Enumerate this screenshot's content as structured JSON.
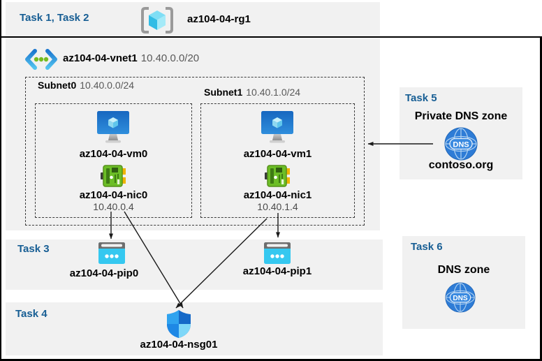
{
  "banner": {
    "tasks_label": "Task 1, Task 2",
    "resource_group": "az104-04-rg1"
  },
  "vnet": {
    "name": "az104-04-vnet1",
    "cidr": "10.40.0.0/20",
    "subnets": [
      {
        "name": "Subnet0",
        "cidr": "10.40.0.0/24",
        "vm": "az104-04-vm0",
        "nic": "az104-04-nic0",
        "ip": "10.40.0.4"
      },
      {
        "name": "Subnet1",
        "cidr": "10.40.1.0/24",
        "vm": "az104-04-vm1",
        "nic": "az104-04-nic1",
        "ip": "10.40.1.4"
      }
    ]
  },
  "task3": {
    "label": "Task 3",
    "pip0": "az104-04-pip0",
    "pip1": "az104-04-pip1"
  },
  "task4": {
    "label": "Task 4",
    "nsg": "az104-04-nsg01"
  },
  "task5": {
    "label": "Task 5",
    "title": "Private DNS zone",
    "zone_name": "contoso.org",
    "dns_icon_text": "DNS"
  },
  "task6": {
    "label": "Task 6",
    "title": "DNS zone",
    "dns_icon_text": "DNS"
  },
  "colors": {
    "task_label": "#175E94",
    "panel_bg": "#f1f1f1",
    "border": "#000000",
    "dns_blue": "#2E7CD6",
    "nic_green": "#6CBE26",
    "pip_cyan": "#35C8F0"
  }
}
